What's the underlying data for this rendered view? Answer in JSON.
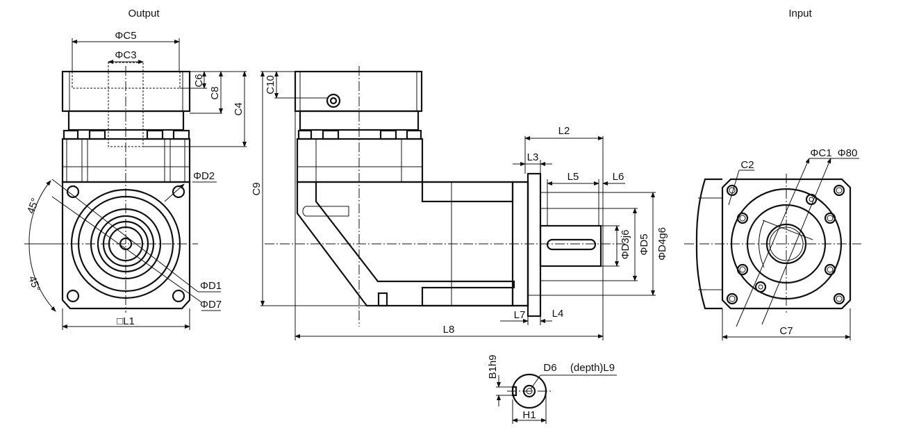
{
  "views": {
    "output": "Output",
    "input": "Input"
  },
  "labels": {
    "c5": "ΦC5",
    "c3": "ΦC3",
    "c6": "C6",
    "c8": "C8",
    "c4": "C4",
    "c10": "C10",
    "c9": "C9",
    "d2": "ΦD2",
    "angle_top": "45°",
    "angle_bottom": "45°",
    "d1": "ΦD1",
    "d7": "ΦD7",
    "l1": "□L1",
    "l2": "L2",
    "l3": "L3",
    "l5": "L5",
    "l6": "L6",
    "d3": "ΦD3j6",
    "d5": "ΦD5",
    "d4": "ΦD4g6",
    "l7": "L7",
    "l4": "L4",
    "l8": "L8",
    "c2": "C2",
    "c1": "ΦC1",
    "phi80": "Φ80",
    "c7": "C7",
    "b1": "B1h9",
    "d6": "D6",
    "l9": "(depth)L9",
    "h1": "H1"
  }
}
